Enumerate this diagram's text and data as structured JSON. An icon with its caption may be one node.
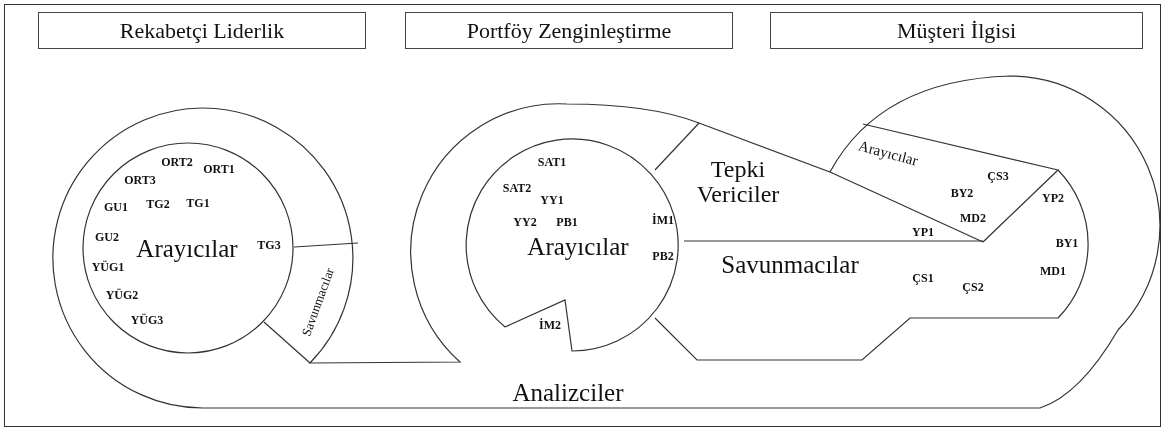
{
  "diagram": {
    "nodes": [
      {
        "text": [
          "Rekabetçi Liderlik"
        ]
      },
      {
        "text": [
          "Portföy Zenginleştirme"
        ]
      },
      {
        "text": [
          "Müşteri İlgisi"
        ]
      },
      {
        "text": [
          "Analizciler"
        ]
      },
      {
        "text": [
          "ORT2",
          "ORT1",
          "ORT3",
          "GU1",
          "TG2",
          "TG1",
          "GU2",
          "Arayıcılar",
          "TG3",
          "YÜG1",
          "YÜG2",
          "YÜG3"
        ],
        "in": 3
      },
      {
        "text": [
          "Savunmacılar"
        ],
        "in": 3
      },
      {
        "text": [
          "SAT1",
          "SAT2",
          "YY1",
          "YY2",
          "PB1",
          "İM1",
          "Arayıcılar",
          "PB2",
          "İM2"
        ],
        "in": 3
      },
      {
        "text": [
          "Tepki Vericiler",
          "YP1"
        ],
        "in": 3
      },
      {
        "text": [
          "Arayıcılar",
          "ÇS3",
          "BY2",
          "MD2"
        ],
        "in": 3
      },
      {
        "text": [
          "YP2",
          "BY1",
          "Savunmacılar",
          "MD1",
          "ÇS1",
          "ÇS2"
        ],
        "in": 3
      }
    ]
  }
}
